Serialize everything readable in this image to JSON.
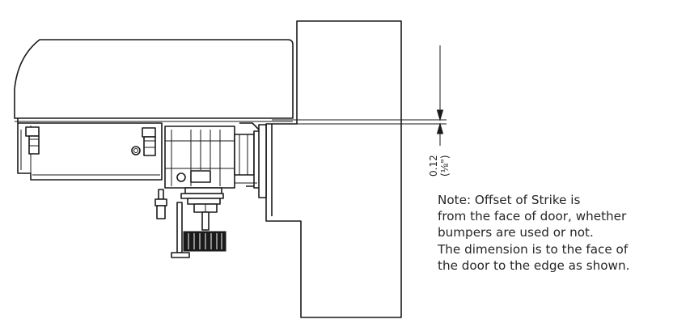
{
  "dimension": {
    "value": "0.12",
    "fraction": "(⅛\")"
  },
  "note": {
    "lines": [
      "Note: Offset of Strike is",
      "from the face of door, whether",
      "bumpers are used or not.",
      "The dimension is to the face of",
      "the door to the edge as shown."
    ]
  }
}
